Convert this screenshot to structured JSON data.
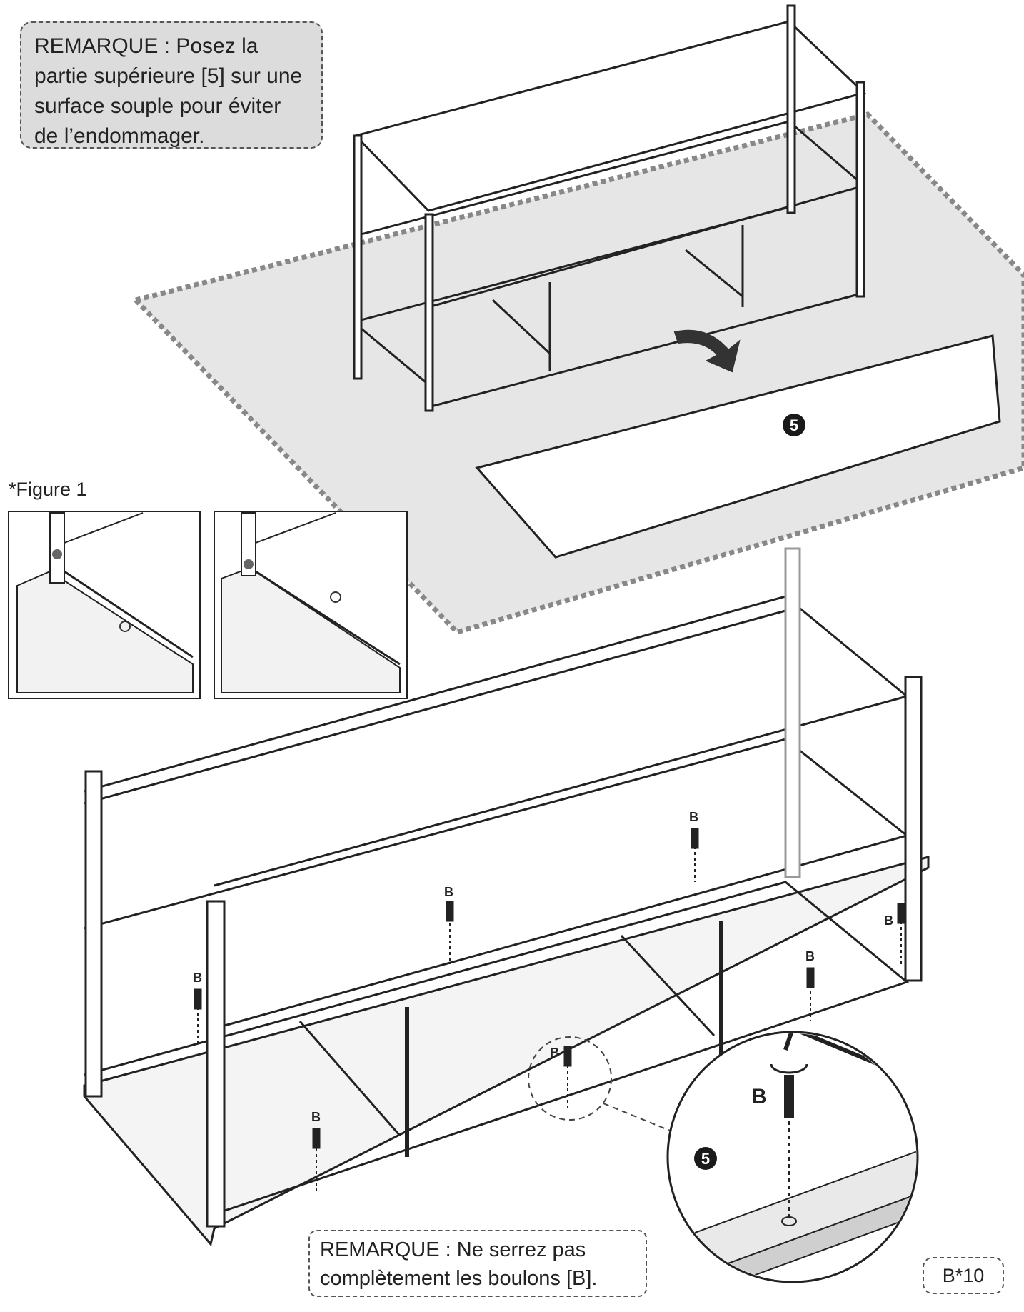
{
  "note_top": "REMARQUE : Posez la partie supérieure [5] sur une surface souple pour éviter de l’endommager.",
  "note_bottom": {
    "label": "REMARQUE :",
    "text": " Ne serrez pas complètement les boulons [B]."
  },
  "figure_label": "*Figure 1",
  "part_number": "5",
  "bolt_label": "B",
  "bolt_count": "B*10",
  "colors": {
    "mat": "#e6e6e6",
    "mat_border": "#888888",
    "frame": "#222222",
    "note_bg": "#dcdcdc"
  }
}
